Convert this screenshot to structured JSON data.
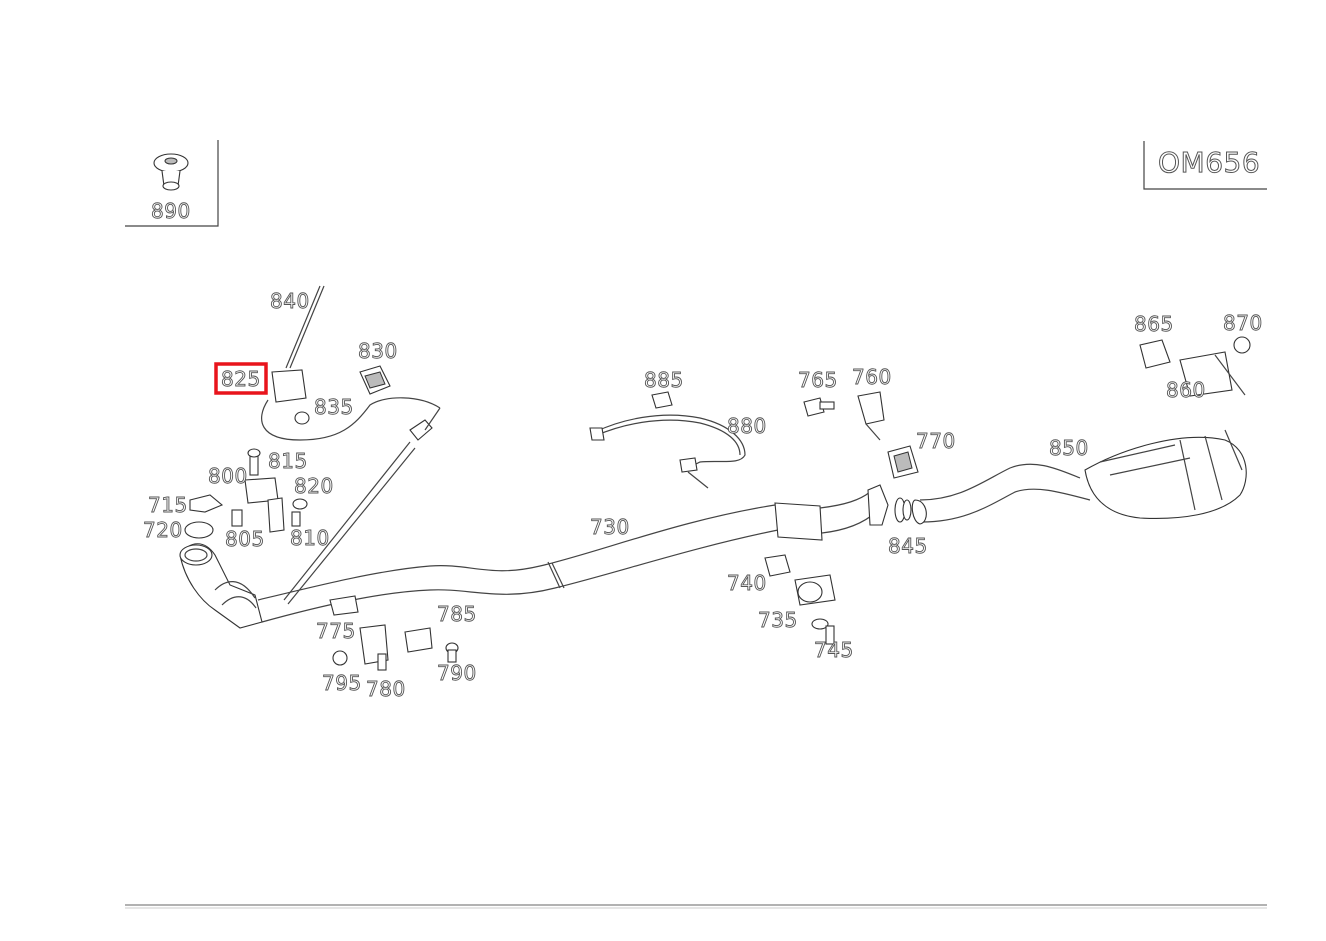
{
  "engine_box": {
    "text": "OM656"
  },
  "inset_part": {
    "label": "890"
  },
  "highlight": {
    "label": "825",
    "color": "#e8141c"
  },
  "parts": [
    {
      "id": "p840",
      "label": "840"
    },
    {
      "id": "p825",
      "label": "825"
    },
    {
      "id": "p830",
      "label": "830"
    },
    {
      "id": "p835",
      "label": "835"
    },
    {
      "id": "p815",
      "label": "815"
    },
    {
      "id": "p800",
      "label": "800"
    },
    {
      "id": "p820",
      "label": "820"
    },
    {
      "id": "p715",
      "label": "715"
    },
    {
      "id": "p720",
      "label": "720"
    },
    {
      "id": "p805",
      "label": "805"
    },
    {
      "id": "p810",
      "label": "810"
    },
    {
      "id": "p885",
      "label": "885"
    },
    {
      "id": "p880",
      "label": "880"
    },
    {
      "id": "p730",
      "label": "730"
    },
    {
      "id": "p765",
      "label": "765"
    },
    {
      "id": "p760",
      "label": "760"
    },
    {
      "id": "p770",
      "label": "770"
    },
    {
      "id": "p845",
      "label": "845"
    },
    {
      "id": "p850",
      "label": "850"
    },
    {
      "id": "p865",
      "label": "865"
    },
    {
      "id": "p870",
      "label": "870"
    },
    {
      "id": "p860",
      "label": "860"
    },
    {
      "id": "p740",
      "label": "740"
    },
    {
      "id": "p735",
      "label": "735"
    },
    {
      "id": "p745",
      "label": "745"
    },
    {
      "id": "p775",
      "label": "775"
    },
    {
      "id": "p785",
      "label": "785"
    },
    {
      "id": "p795",
      "label": "795"
    },
    {
      "id": "p780",
      "label": "780"
    },
    {
      "id": "p790",
      "label": "790"
    }
  ]
}
